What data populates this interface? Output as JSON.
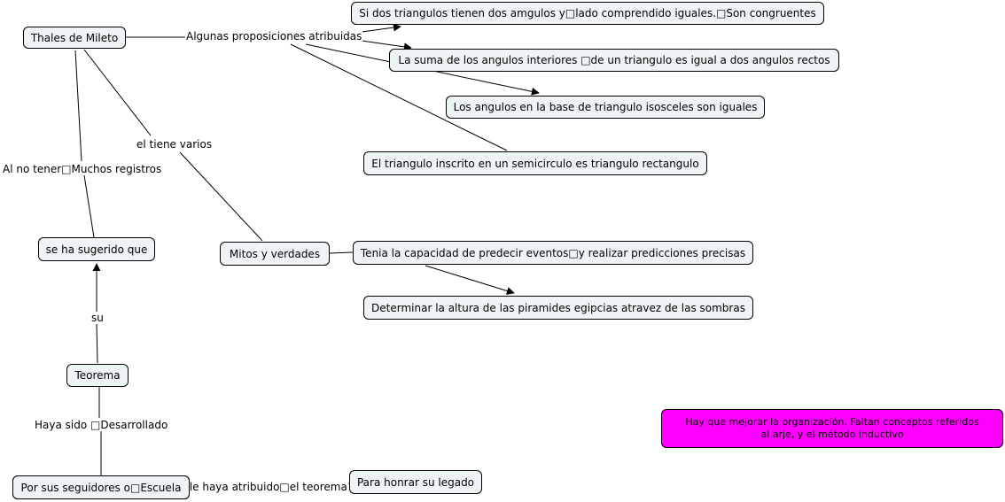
{
  "nodes": {
    "thales": "Thales de Mileto",
    "si_dos": "Si dos triangulos tienen dos amgulos y□lado comprendido iguales.□Son congruentes",
    "suma": "La suma de los angulos interiores □de un triangulo es igual a dos angulos rectos",
    "isosceles": "Los angulos en la base de triangulo isosceles son iguales",
    "inscrito": "El triangulo inscrito en un semicirculo es triangulo rectangulo",
    "sugerido": "se ha sugerido que",
    "mitos": "Mitos y verdades",
    "predecir": "Tenia la capacidad de predecir eventos□y realizar predicciones precisas",
    "piramides": "Determinar la altura de las piramides egipcias atravez de las sombras",
    "teorema": "Teorema",
    "seguidores": "Por sus seguidores o□Escuela",
    "honrar": "Para honrar su legado"
  },
  "labels": {
    "algunas": "Algunas proposiciones atribuidas",
    "tiene_varios": "el tiene varios",
    "al_no_tener": "Al no tener□Muchos registros",
    "su": "su",
    "haya_sido": "Haya sido □Desarrollado",
    "atribuido": "Se le haya atribuido□el teorema"
  },
  "note": {
    "text": "Hay que mejorar la organización.  Faltan conceptos referidos\nal arje, y el método inductivo",
    "color": "#ff00ff"
  }
}
